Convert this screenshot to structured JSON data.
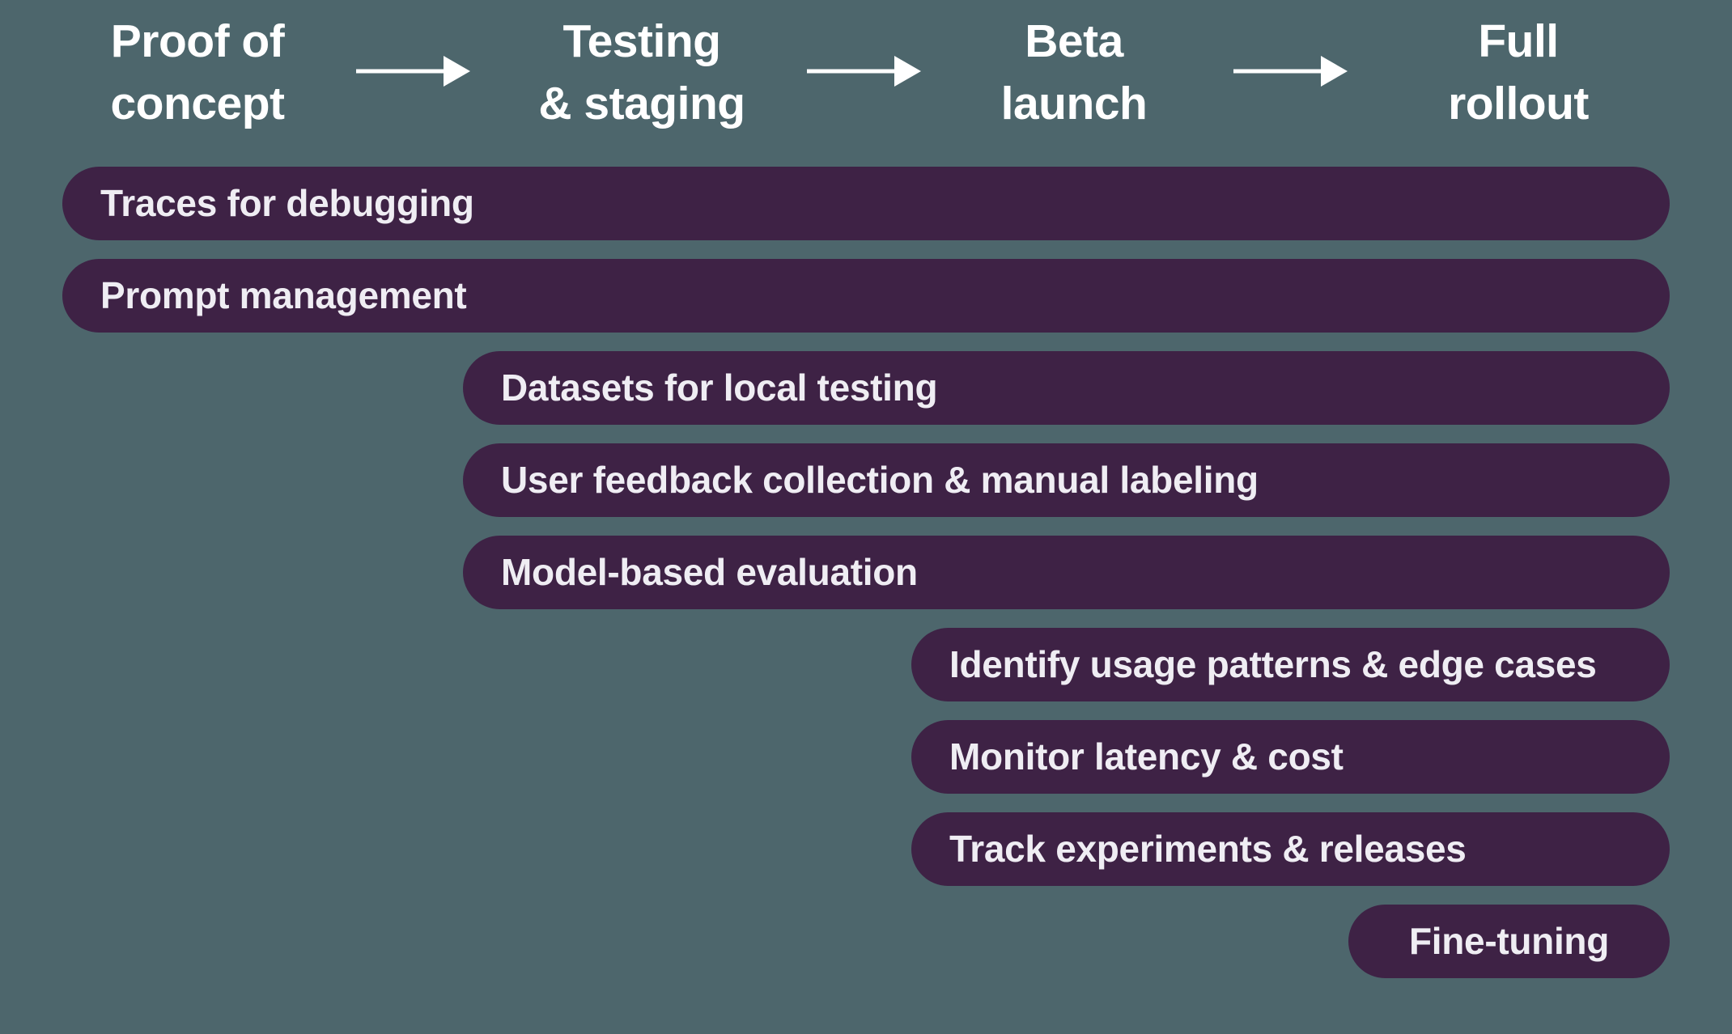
{
  "colors": {
    "background": "#4D666C",
    "bar_fill": "#3E2245",
    "heading_text": "#FFFFFF",
    "bar_text": "#EFEDF3"
  },
  "phases": [
    {
      "label": "Proof of\nconcept"
    },
    {
      "label": "Testing\n& staging"
    },
    {
      "label": "Beta\nlaunch"
    },
    {
      "label": "Full\nrollout"
    }
  ],
  "arrows": {
    "icon": "arrow-right",
    "count": 3
  },
  "bars": [
    {
      "label": "Traces for debugging",
      "start_phase": "Proof of concept"
    },
    {
      "label": "Prompt management",
      "start_phase": "Proof of concept"
    },
    {
      "label": "Datasets for local testing",
      "start_phase": "Testing & staging"
    },
    {
      "label": "User feedback collection & manual labeling",
      "start_phase": "Testing & staging"
    },
    {
      "label": "Model-based evaluation",
      "start_phase": "Testing & staging"
    },
    {
      "label": "Identify usage patterns & edge cases",
      "start_phase": "Beta launch"
    },
    {
      "label": "Monitor latency & cost",
      "start_phase": "Beta launch"
    },
    {
      "label": "Track experiments & releases",
      "start_phase": "Beta launch"
    },
    {
      "label": "Fine-tuning",
      "start_phase": "Full rollout"
    }
  ]
}
